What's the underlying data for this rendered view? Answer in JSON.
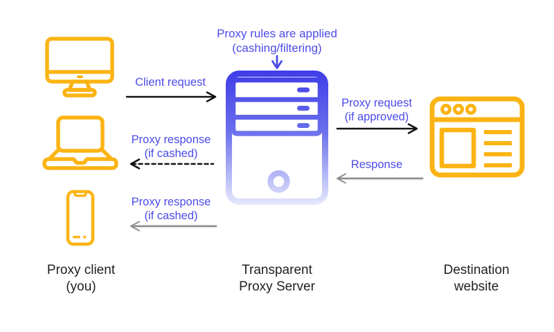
{
  "title": "Transparent proxy flow diagram",
  "colors": {
    "blue_accent": "#4B4AE8",
    "yellow_accent": "#FBB414",
    "server_gradient_top": "#3E3CE8",
    "server_gradient_bottom": "#E7EAFC",
    "arrow_black": "#111111",
    "arrow_gray": "#8E8E8E",
    "caption_dark": "#212121"
  },
  "top_note": {
    "line1": "Proxy rules are applied",
    "line2": "(cashing/filtering)"
  },
  "flows": {
    "client_request": {
      "label": "Client request",
      "style": "solid-black",
      "direction": "right"
    },
    "proxy_response_laptop": {
      "line1": "Proxy response",
      "line2": "(if cashed)",
      "style": "dashed-black",
      "direction": "left"
    },
    "proxy_response_phone": {
      "line1": "Proxy response",
      "line2": "(if cashed)",
      "style": "solid-gray",
      "direction": "left"
    },
    "proxy_request": {
      "line1": "Proxy request",
      "line2": "(if approved)",
      "style": "solid-black",
      "direction": "right"
    },
    "response": {
      "label": "Response",
      "style": "solid-gray",
      "direction": "left"
    }
  },
  "nodes": {
    "client": {
      "caption_line1": "Proxy client",
      "caption_line2": "(you)",
      "icons": [
        "desktop-monitor-icon",
        "laptop-icon",
        "smartphone-icon"
      ]
    },
    "server": {
      "caption_line1": "Transparent",
      "caption_line2": "Proxy Server",
      "icons": [
        "server-tower-icon"
      ]
    },
    "website": {
      "caption_line1": "Destination",
      "caption_line2": "website",
      "icons": [
        "browser-window-icon"
      ]
    }
  }
}
